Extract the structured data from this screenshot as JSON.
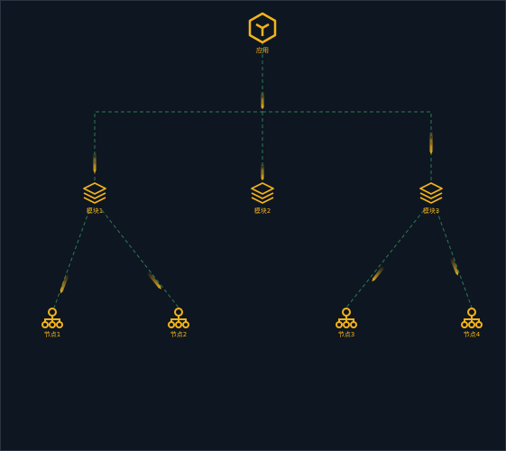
{
  "accent_color": "#f5b31a",
  "edge_color": "#2f7a55",
  "background_color": "#0e1621",
  "nodes": {
    "app": {
      "label": "应用",
      "icon": "cube-icon"
    },
    "module1": {
      "label": "模块1",
      "icon": "layers-icon"
    },
    "module2": {
      "label": "模块2",
      "icon": "layers-icon"
    },
    "module3": {
      "label": "模块3",
      "icon": "layers-icon"
    },
    "node1": {
      "label": "节点1",
      "icon": "node-graph-icon"
    },
    "node2": {
      "label": "节点2",
      "icon": "node-graph-icon"
    },
    "node3": {
      "label": "节点3",
      "icon": "node-graph-icon"
    },
    "node4": {
      "label": "节点4",
      "icon": "node-graph-icon"
    }
  },
  "edges": [
    {
      "from": "app",
      "to": "module1"
    },
    {
      "from": "app",
      "to": "module2"
    },
    {
      "from": "app",
      "to": "module3"
    },
    {
      "from": "module1",
      "to": "node1"
    },
    {
      "from": "module1",
      "to": "node2"
    },
    {
      "from": "module3",
      "to": "node3"
    },
    {
      "from": "module3",
      "to": "node4"
    }
  ]
}
